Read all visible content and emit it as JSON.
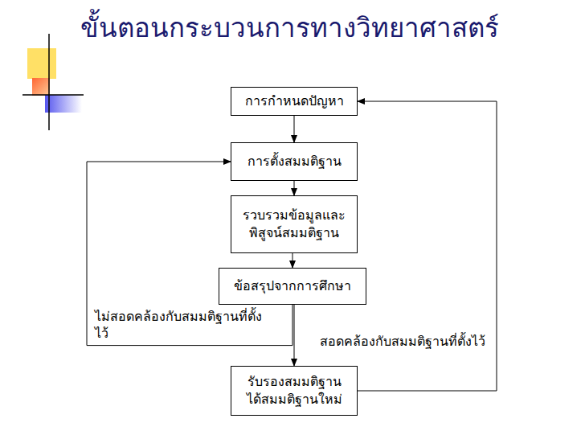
{
  "diagram": {
    "title": "ขั้นตอนกระบวนการทางวิทยาศาสตร์",
    "nodes": [
      {
        "text": [
          "การกำหนดปัญหา"
        ]
      },
      {
        "text": [
          "การตั้งสมมติฐาน"
        ]
      },
      {
        "text": [
          "รวบรวมข้อมูลและ พิสูจน์สมมติฐาน"
        ]
      },
      {
        "text": [
          "ข้อสรุปจากการศึกษา"
        ]
      },
      {
        "text": [
          "รับรองสมมติฐาน ได้สมมติฐานใหม่"
        ]
      }
    ],
    "edges": [
      {
        "from": 0,
        "to": 1,
        "arrow": "to"
      },
      {
        "from": 1,
        "to": 2,
        "arrow": "to"
      },
      {
        "from": 2,
        "to": 3,
        "arrow": "to"
      },
      {
        "from": 3,
        "to": 4,
        "label": "สอดคล้องกับสมมติฐานที่ตั้งไว้",
        "arrow": "to"
      },
      {
        "from": 3,
        "to": 1,
        "label": "ไม่สอดคล้องกับสมมติฐานที่ตั้งไว้",
        "arrow": "to"
      },
      {
        "from": 4,
        "to": 0,
        "arrow": "to"
      }
    ]
  }
}
